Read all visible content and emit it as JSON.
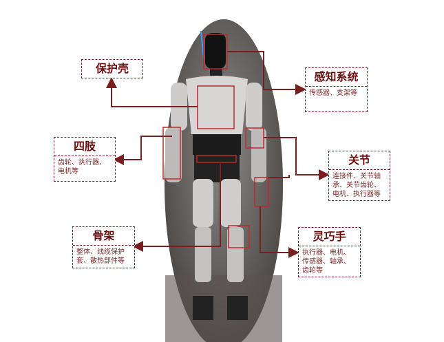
{
  "title": "人形机器人结构组成",
  "boxes": {
    "shell": {
      "title": "保护壳"
    },
    "sensing": {
      "title": "感知系统",
      "desc": "传感器、支架等"
    },
    "limbs": {
      "title": "四肢",
      "desc": "齿轮、执行器、电机等"
    },
    "joints": {
      "title": "关节",
      "desc": "连接件、关节轴承、关节齿轮、电机、执行器等"
    },
    "skeleton": {
      "title": "骨架",
      "desc": "整体、线缆保护套、散热部件等"
    },
    "hand": {
      "title": "灵巧手",
      "desc": "执行器、电机、传感器、轴承、齿轮等"
    }
  },
  "colors": {
    "accent": "#7a1f1f",
    "highlight": "#c0282a"
  }
}
